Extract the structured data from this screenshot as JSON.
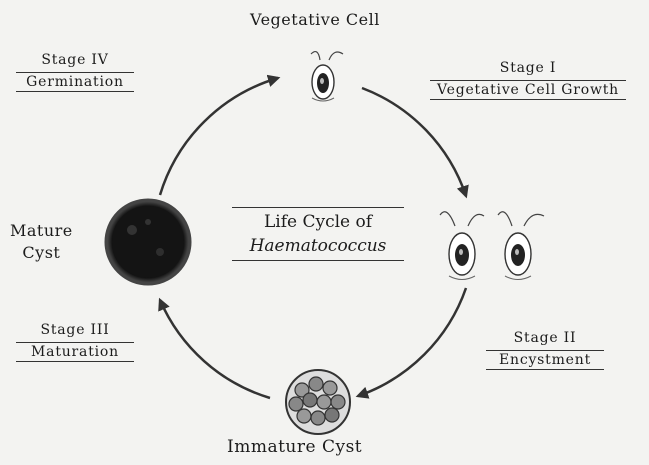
{
  "nodes": {
    "vegetative": "Vegetative Cell",
    "mature_line1": "Mature",
    "mature_line2": "Cyst",
    "immature": "Immature Cyst"
  },
  "stages": {
    "s1": {
      "title": "Stage I",
      "name": "Vegetative Cell Growth"
    },
    "s2": {
      "title": "Stage II",
      "name": "Encystment"
    },
    "s3": {
      "title": "Stage III",
      "name": "Maturation"
    },
    "s4": {
      "title": "Stage IV",
      "name": "Germination"
    }
  },
  "center": {
    "line1": "Life Cycle of",
    "line2": "Haematococcus"
  }
}
